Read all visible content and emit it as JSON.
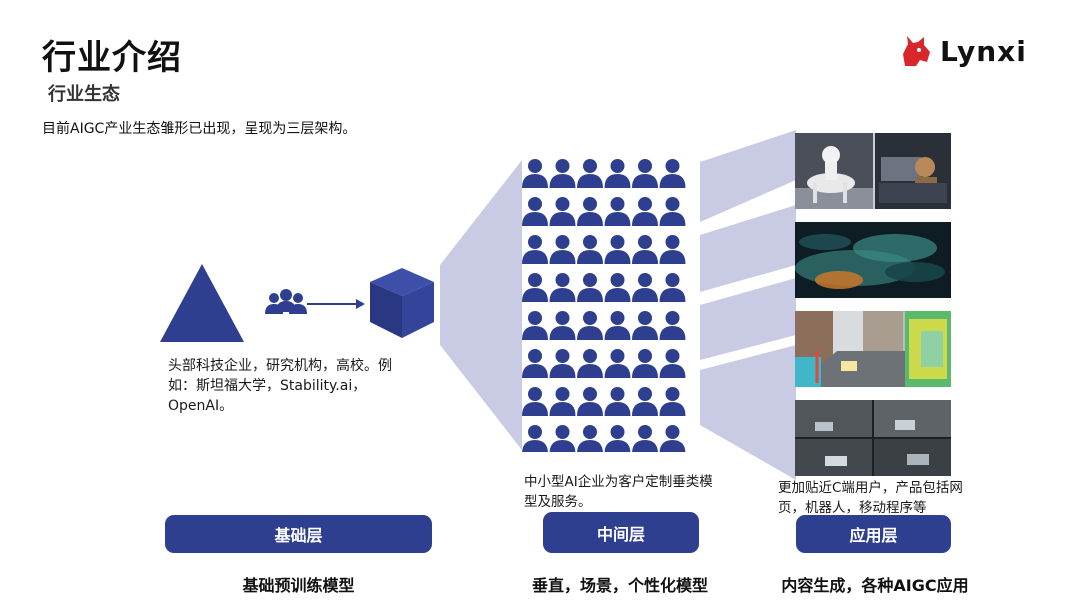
{
  "header": {
    "title": "行业介绍",
    "subtitle": "行业生态",
    "intro": "目前AIGC产业生态雏形已出现，呈现为三层架构。",
    "logo_text": "Lynxi"
  },
  "colors": {
    "primary": "#2f3f8f",
    "band": "#c9cbe4",
    "logo_red": "#d9262c"
  },
  "layers": {
    "base": {
      "description": "头部科技企业，研究机构，高校。例如：斯坦福大学，Stability.ai，OpenAI。",
      "button": "基础层",
      "caption": "基础预训练模型"
    },
    "middle": {
      "description": "中小型AI企业为客户定制垂类模型及服务。",
      "button": "中间层",
      "caption": "垂直，场景，个性化模型"
    },
    "application": {
      "description": "更加贴近C端用户，产品包括网页，机器人，移动程序等",
      "button": "应用层",
      "caption": "内容生成，各种AIGC应用"
    }
  },
  "icons": {
    "triangle": "triangle-icon",
    "people": "people-group-icon",
    "arrow": "arrow-right-icon",
    "cube": "cube-icon",
    "person": "person-icon"
  },
  "people_grid": {
    "rows": 8,
    "cols": 6
  },
  "images": [
    "astronaut-horse-image",
    "fluid-abstract-image",
    "street-segmentation-image",
    "traffic-camera-image"
  ]
}
